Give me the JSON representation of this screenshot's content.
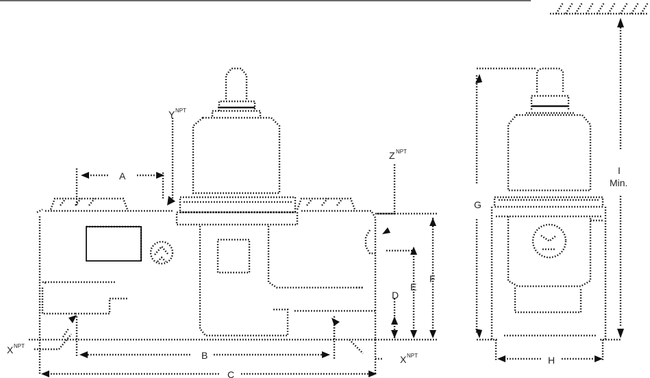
{
  "labels": {
    "A": "A",
    "B": "B",
    "C": "C",
    "D": "D",
    "E": "E",
    "F": "F",
    "G": "G",
    "H": "H",
    "I": "I",
    "min": "Min.",
    "x_left": "X",
    "x_right": "X",
    "y": "Y",
    "z": "Z",
    "npt": "NPT"
  }
}
